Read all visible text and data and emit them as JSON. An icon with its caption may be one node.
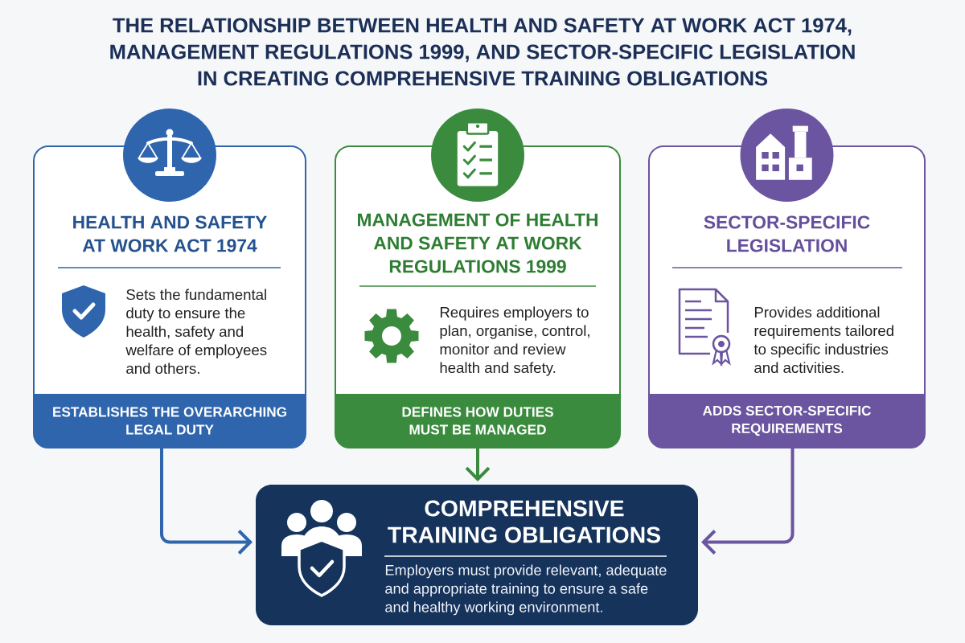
{
  "diagram": {
    "title": "THE RELATIONSHIP BETWEEN HEALTH AND SAFETY AT WORK ACT 1974, MANAGEMENT REGULATIONS 1999, AND SECTOR-SPECIFIC LEGISLATION IN CREATING COMPREHENSIVE TRAINING OBLIGATIONS",
    "nodes": [
      {
        "text": [
          "HEALTH AND SAFETY AT WORK ACT 1974",
          "Sets the fundamental duty to ensure the health, safety and welfare of employees and others."
        ]
      },
      {
        "text": [
          "ESTABLISHES THE OVERARCHING LEGAL DUTY"
        ],
        "in": 0
      },
      {
        "text": [
          "MANAGEMENT OF HEALTH AND SAFETY AT WORK REGULATIONS 1999",
          "Requires employers to plan, organise, control, monitor and review health and safety."
        ]
      },
      {
        "text": [
          "DEFINES HOW DUTIES MUST BE MANAGED"
        ],
        "in": 2
      },
      {
        "text": [
          "SECTOR-SPECIFIC LEGISLATION",
          "Provides additional requirements tailored to specific industries and activities."
        ]
      },
      {
        "text": [
          "ADDS SECTOR-SPECIFIC REQUIREMENTS"
        ],
        "in": 4
      },
      {
        "text": [
          "COMPREHENSIVE TRAINING OBLIGATIONS",
          "Employers must provide relevant, adequate and appropriate training to ensure a safe and healthy working environment."
        ]
      }
    ],
    "edges": [
      {
        "from": 0,
        "to": 6,
        "arrow": "to",
        "color": "#2f65ad"
      },
      {
        "from": 2,
        "to": 6,
        "arrow": "to",
        "color": "#3b8b3e"
      },
      {
        "from": 4,
        "to": 6,
        "arrow": "to",
        "color": "#6b54a0"
      }
    ]
  }
}
